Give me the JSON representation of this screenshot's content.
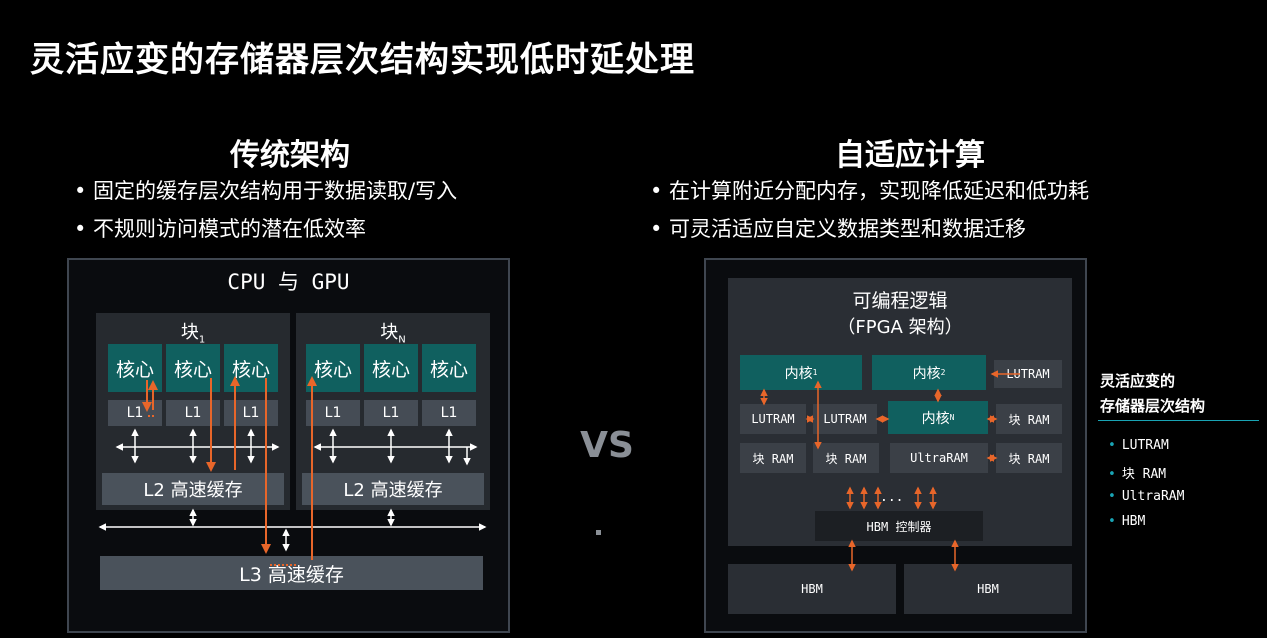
{
  "title": "灵活应变的存储器层次结构实现低时延处理",
  "left": {
    "heading": "传统架构",
    "bullets": [
      "• 固定的缓存层次结构用于数据读取/写入",
      "• 不规则访问模式的潜在低效率"
    ],
    "frame_label": "CPU 与 GPU",
    "blocks": [
      {
        "name": "块",
        "sub": "1",
        "cores": [
          "核心",
          "核心",
          "核心"
        ],
        "l1": [
          "L1",
          "L1",
          "L1"
        ],
        "l2": "L2 高速缓存"
      },
      {
        "name": "块",
        "sub": "N",
        "cores": [
          "核心",
          "核心",
          "核心"
        ],
        "l1": [
          "L1",
          "L1",
          "L1"
        ],
        "l2": "L2 高速缓存"
      }
    ],
    "l3": "L3 高速缓存"
  },
  "vs": "VS",
  "right": {
    "heading": "自适应计算",
    "bullets": [
      "• 在计算附近分配内存，实现降低延迟和低功耗",
      "• 可灵活适应自定义数据类型和数据迁移"
    ],
    "fpga_title": "可编程逻辑",
    "fpga_sub": "（FPGA 架构）",
    "kernel1": "内核",
    "kernel1_sub": "1",
    "kernel2": "内核",
    "kernel2_sub": "2",
    "kernelN": "内核",
    "kernelN_sub": "N",
    "lutram": "LUTRAM",
    "block_ram": "块 RAM",
    "ultraram": "UltraRAM",
    "dots": "...",
    "hbm_ctrl": "HBM 控制器",
    "hbm": [
      "HBM",
      "HBM"
    ]
  },
  "legend": {
    "title_line1": "灵活应变的",
    "title_line2": "存储器层次结构",
    "items": [
      "LUTRAM",
      "块 RAM",
      "UltraRAM",
      "HBM"
    ]
  },
  "colors": {
    "teal": "#10605f",
    "orange": "#e8662a",
    "accent": "#19a4b4"
  }
}
